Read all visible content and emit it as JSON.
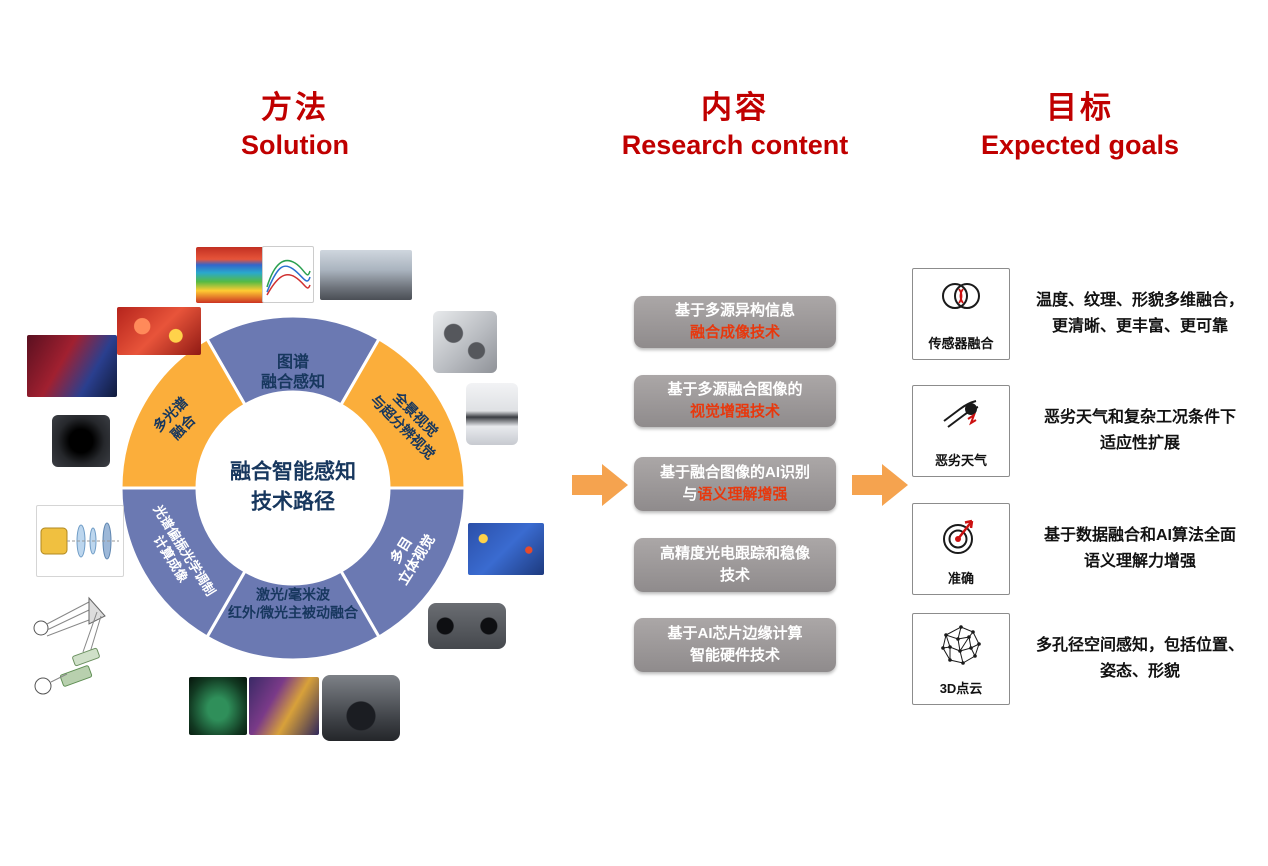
{
  "theme": {
    "header_red": "#C00000",
    "accent_red": "#E8380D",
    "ring_blue": "#6B79B2",
    "ring_yellow": "#FBAE3B",
    "navy": "#17375E",
    "box_gray": "#9D9A9A",
    "arrow_orange": "#F5A34F"
  },
  "headers": {
    "solution": {
      "zh": "方法",
      "en": "Solution"
    },
    "content": {
      "zh": "内容",
      "en": "Research content"
    },
    "goals": {
      "zh": "目标",
      "en": "Expected goals"
    }
  },
  "ring": {
    "center": {
      "line1": "融合智能感知",
      "line2": "技术路径"
    },
    "segments": [
      {
        "id": "top",
        "line1": "图谱",
        "line2": "融合感知",
        "fill": "#6B79B2",
        "text_color": "#17375E"
      },
      {
        "id": "upper-right",
        "line1": "全景视觉",
        "line2": "与超分辨视觉",
        "fill": "#FBAE3B",
        "text_color": "#17375E"
      },
      {
        "id": "lower-right",
        "line1": "多目",
        "line2": "立体视觉",
        "fill": "#6B79B2",
        "text_color": "#FFFFFF"
      },
      {
        "id": "bottom",
        "line1": "激光/毫米波",
        "line2": "红外/微光主被动融合",
        "fill": "#6B79B2",
        "text_color": "#17375E"
      },
      {
        "id": "lower-left",
        "line1": "光谱偏振光学调制",
        "line2": "计算成像",
        "fill": "#6B79B2",
        "text_color": "#FFFFFF"
      },
      {
        "id": "upper-left",
        "line1": "多光谱",
        "line2": "融合",
        "fill": "#FBAE3B",
        "text_color": "#17375E"
      }
    ]
  },
  "content_boxes": [
    {
      "line1": "基于多源异构信息",
      "line2_plain": "",
      "line2_accent": "融合成像技术"
    },
    {
      "line1": "基于多源融合图像的",
      "line2_plain": "",
      "line2_accent": "视觉增强技术"
    },
    {
      "line1": "基于融合图像的AI识别",
      "line2_plain": "与",
      "line2_accent": "语义理解增强"
    },
    {
      "line1": "高精度光电跟踪和稳像",
      "line2_plain": "技术",
      "line2_accent": ""
    },
    {
      "line1": "基于AI芯片边缘计算",
      "line2_plain": "智能硬件技术",
      "line2_accent": ""
    }
  ],
  "goals": [
    {
      "icon": "venn-sensor-icon",
      "label": "传感器融合",
      "desc1": "温度、纹理、形貌多维融合，",
      "desc2": "更清晰、更丰富、更可靠"
    },
    {
      "icon": "bad-weather-icon",
      "label": "恶劣天气",
      "desc1": "恶劣天气和复杂工况条件下",
      "desc2": "适应性扩展"
    },
    {
      "icon": "target-icon",
      "label": "准确",
      "desc1": "基于数据融合和AI算法全面",
      "desc2": "语义理解力增强"
    },
    {
      "icon": "point-cloud-icon",
      "label": "3D点云",
      "desc1": "多孔径空间感知，包括位置、",
      "desc2": "姿态、形貌"
    }
  ],
  "decorative_thumbnails": [
    "multispectral-cube",
    "strawberry-thermal",
    "spectral-curves",
    "panorama-street",
    "multi-camera-cube",
    "ptz-camera",
    "lego-depth",
    "stereo-camera",
    "gimbal-camera",
    "night-color-scene",
    "infrared-ship",
    "thermal-scene",
    "lens-module",
    "optics-elements",
    "optical-path-diagram"
  ]
}
